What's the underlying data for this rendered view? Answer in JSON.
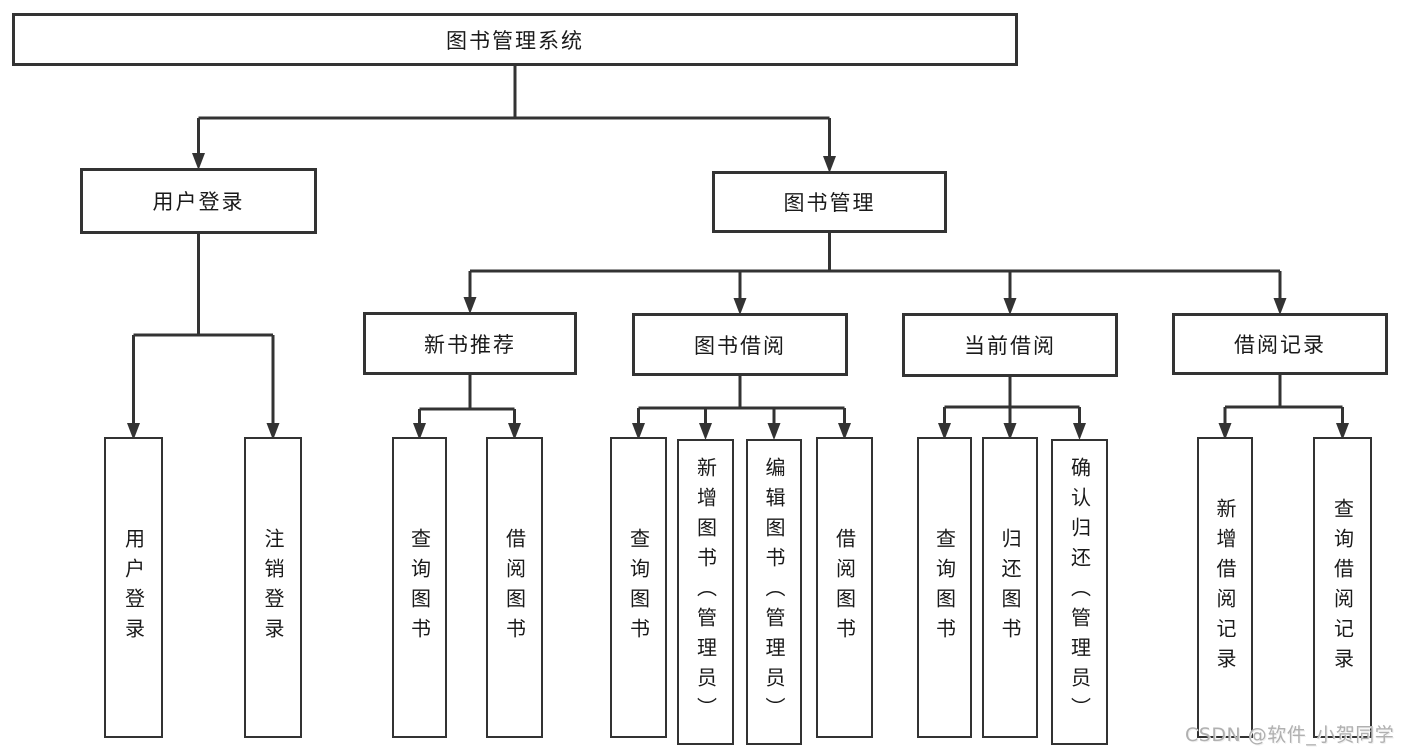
{
  "diagram": {
    "root": {
      "label": "图书管理系统"
    },
    "branches": [
      {
        "id": "user-login",
        "label": "用户登录"
      },
      {
        "id": "book-management",
        "label": "图书管理"
      }
    ],
    "modules": [
      {
        "parent": "图书管理",
        "label": "新书推荐"
      },
      {
        "parent": "图书管理",
        "label": "图书借阅"
      },
      {
        "parent": "图书管理",
        "label": "当前借阅"
      },
      {
        "parent": "图书管理",
        "label": "借阅记录"
      }
    ],
    "leaves": [
      {
        "parent": "用户登录",
        "label": "用户登录"
      },
      {
        "parent": "用户登录",
        "label": "注销登录"
      },
      {
        "parent": "新书推荐",
        "label": "查询图书"
      },
      {
        "parent": "新书推荐",
        "label": "借阅图书"
      },
      {
        "parent": "图书借阅",
        "label": "查询图书"
      },
      {
        "parent": "图书借阅",
        "label": "新增图书（管理员）"
      },
      {
        "parent": "图书借阅",
        "label": "编辑图书（管理员）"
      },
      {
        "parent": "图书借阅",
        "label": "借阅图书"
      },
      {
        "parent": "当前借阅",
        "label": "查询图书"
      },
      {
        "parent": "当前借阅",
        "label": "归还图书"
      },
      {
        "parent": "当前借阅",
        "label": "确认归还（管理员）"
      },
      {
        "parent": "借阅记录",
        "label": "新增借阅记录"
      },
      {
        "parent": "借阅记录",
        "label": "查询借阅记录"
      }
    ]
  },
  "watermark": {
    "text": "CSDN @软件_小贺同学"
  },
  "colors": {
    "line": "#333333",
    "text": "#1a1a1a",
    "watermark": "#b0b0b0",
    "background": "#ffffff"
  }
}
